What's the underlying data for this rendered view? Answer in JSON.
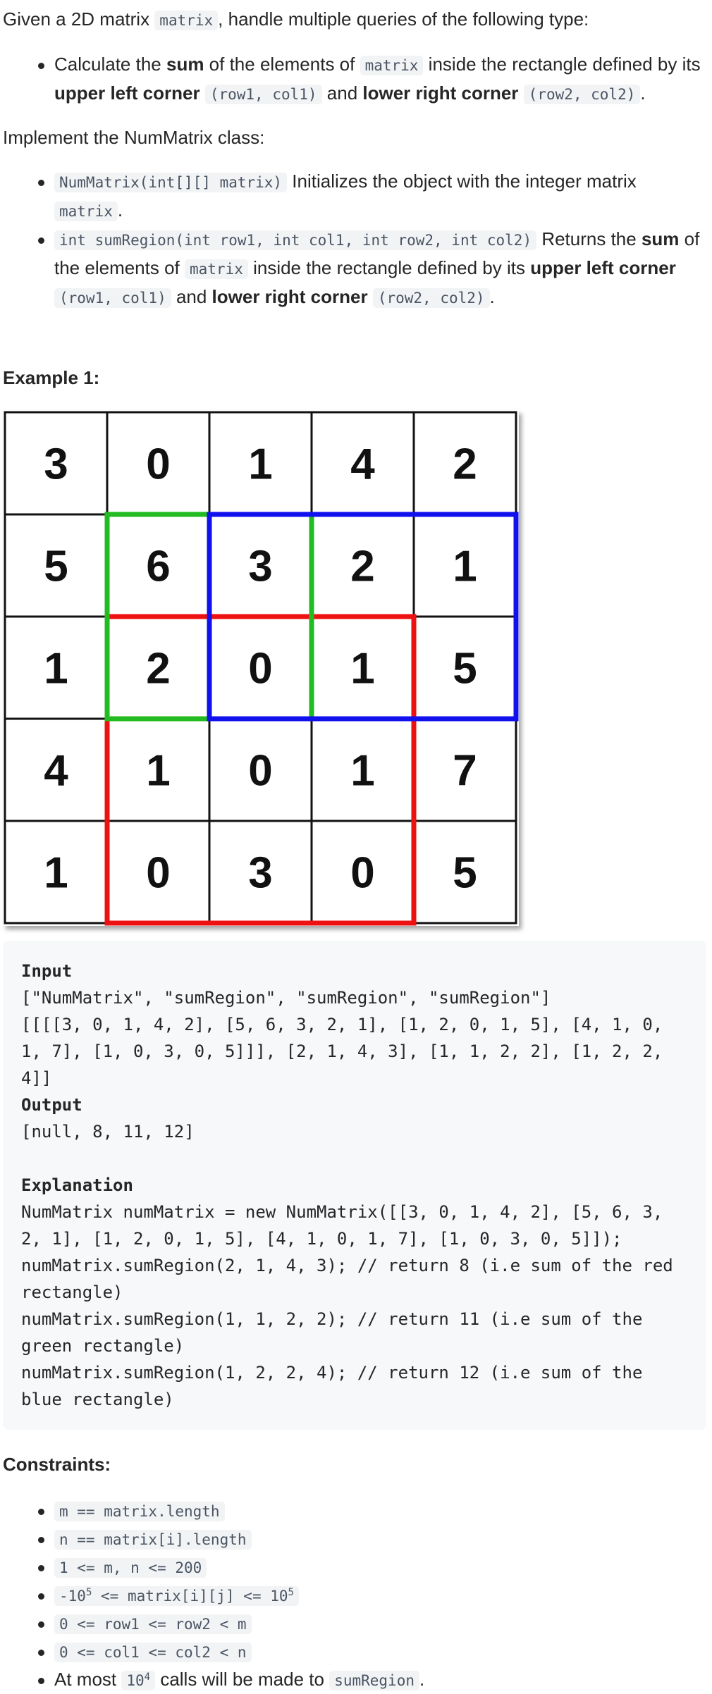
{
  "intro": {
    "p1_a": "Given a 2D matrix ",
    "p1_code": "matrix",
    "p1_b": ", handle multiple queries of the following type:",
    "bullet1_a": "Calculate the ",
    "bullet1_sum": "sum",
    "bullet1_b": " of the elements of ",
    "bullet1_code": "matrix",
    "bullet1_c": " inside the rectangle defined by its ",
    "bullet1_ulc": "upper left corner",
    "bullet1_code2": "(row1, col1)",
    "bullet1_and": " and ",
    "bullet1_lrc": "lower right corner",
    "bullet1_code3": "(row2, col2)",
    "bullet1_end": "."
  },
  "implement": {
    "p2": "Implement the NumMatrix class:",
    "m1_code": "NumMatrix(int[][] matrix)",
    "m1_text": " Initializes the object with the integer matrix ",
    "m1_code2": "matrix",
    "m1_end": ".",
    "m2_code": "int sumRegion(int row1, int col1, int row2, int col2)",
    "m2_text": " Returns the ",
    "m2_sum": "sum",
    "m2_b": " of the elements of ",
    "m2_code2": "matrix",
    "m2_c": " inside the rectangle defined by its ",
    "m2_ulc": "upper left corner",
    "m2_code3": "(row1, col1)",
    "m2_and": " and ",
    "m2_lrc": "lower right corner",
    "m2_code4": "(row2, col2)",
    "m2_end": "."
  },
  "example": {
    "title": "Example 1:",
    "matrix": [
      [
        3,
        0,
        1,
        4,
        2
      ],
      [
        5,
        6,
        3,
        2,
        1
      ],
      [
        1,
        2,
        0,
        1,
        5
      ],
      [
        4,
        1,
        0,
        1,
        7
      ],
      [
        1,
        0,
        3,
        0,
        5
      ]
    ],
    "colors": {
      "red": "#ee1111",
      "green": "#22bb22",
      "blue": "#1111ee",
      "grid": "#111111"
    },
    "input_label": "Input",
    "input_line1": "[\"NumMatrix\", \"sumRegion\", \"sumRegion\", \"sumRegion\"]",
    "input_line2": "[[[[3, 0, 1, 4, 2], [5, 6, 3, 2, 1], [1, 2, 0, 1, 5], [4, 1, 0, 1, 7], [1, 0, 3, 0, 5]]], [2, 1, 4, 3], [1, 1, 2, 2], [1, 2, 2, 4]]",
    "output_label": "Output",
    "output_line": "[null, 8, 11, 12]",
    "explanation_label": "Explanation",
    "exp_line1": "NumMatrix numMatrix = new NumMatrix([[3, 0, 1, 4, 2], [5, 6, 3, 2, 1], [1, 2, 0, 1, 5], [4, 1, 0, 1, 7], [1, 0, 3, 0, 5]]);",
    "exp_line2": "numMatrix.sumRegion(2, 1, 4, 3); // return 8 (i.e sum of the red rectangle)",
    "exp_line3": "numMatrix.sumRegion(1, 1, 2, 2); // return 11 (i.e sum of the green rectangle)",
    "exp_line4": "numMatrix.sumRegion(1, 2, 2, 4); // return 12 (i.e sum of the blue rectangle)"
  },
  "constraints": {
    "title": "Constraints:",
    "c1": "m == matrix.length",
    "c2": "n == matrix[i].length",
    "c3": "1 <= m, n <= 200",
    "c4_a": "-10",
    "c4_sup1": "5",
    "c4_b": " <= matrix[i][j] <= 10",
    "c4_sup2": "5",
    "c5": "0 <= row1 <= row2 < m",
    "c6": "0 <= col1 <= col2 < n",
    "c7_a": "At most ",
    "c7_code": "10",
    "c7_sup": "4",
    "c7_b": " calls will be made to ",
    "c7_code2": "sumRegion",
    "c7_end": "."
  }
}
